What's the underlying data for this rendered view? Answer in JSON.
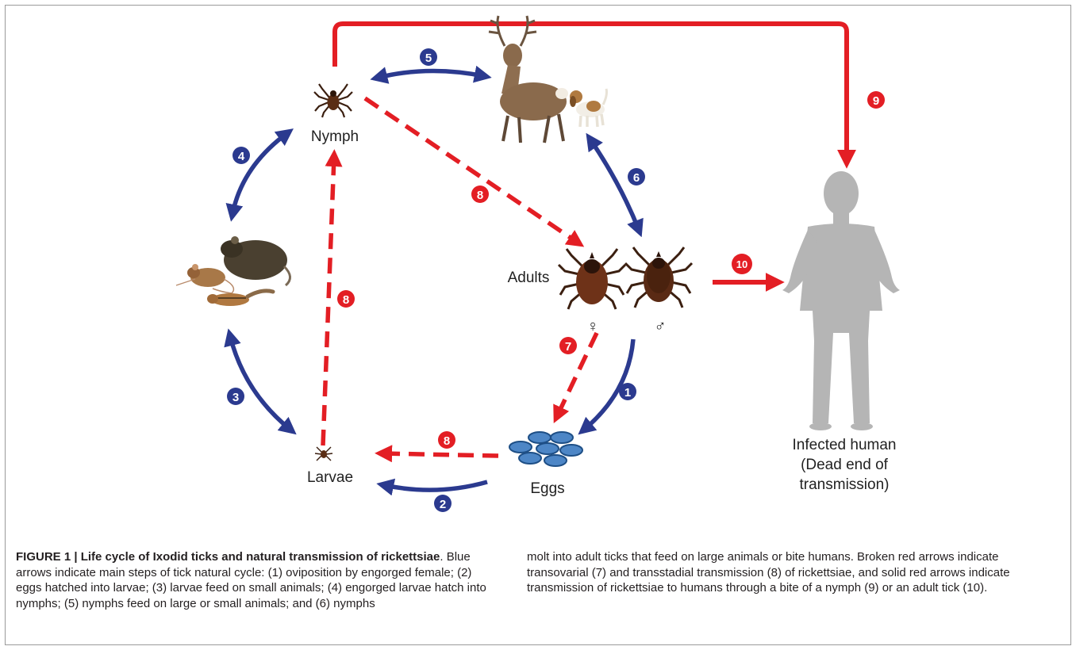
{
  "labels": {
    "nymph": "Nymph",
    "adults": "Adults",
    "female_symbol": "♀",
    "male_symbol": "♂",
    "larvae": "Larvae",
    "eggs": "Eggs",
    "human_line1": "Infected human",
    "human_line2": "(Dead end of",
    "human_line3": "transmission)"
  },
  "steps": {
    "s1": "1",
    "s2": "2",
    "s3": "3",
    "s4": "4",
    "s5": "5",
    "s6": "6",
    "s7": "7",
    "s8a": "8",
    "s8b": "8",
    "s8c": "8",
    "s9": "9",
    "s10": "10"
  },
  "colors": {
    "blue": "#2b3a8f",
    "red": "#e31e24",
    "human": "#b5b5b5"
  },
  "caption": {
    "title": "FIGURE 1 | Life cycle of Ixodid ticks and natural transmission of rickettsiae",
    "left_body": ". Blue arrows indicate main steps of tick natural cycle: (1) oviposition by engorged female; (2) eggs hatched into larvae; (3) larvae feed on small animals; (4) engorged larvae hatch into nymphs; (5) nymphs feed on large or small animals; and (6) nymphs",
    "right_body": "molt into adult ticks that feed on large animals or bite humans. Broken red arrows indicate transovarial (7) and transstadial transmission (8) of rickettsiae, and solid red arrows indicate transmission of rickettsiae to humans through a bite of a nymph (9) or an adult tick (10)."
  }
}
